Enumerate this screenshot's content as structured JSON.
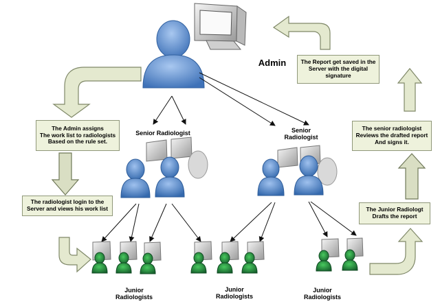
{
  "labels": {
    "admin": "Admin",
    "senior_left": "Senior Radiologist",
    "senior_right": "Senior\nRadiologist",
    "junior_1": "Junior\nRadiologists",
    "junior_2": "Junior\nRadiologists",
    "junior_3": "Junior\nRadiologists"
  },
  "boxes": {
    "admin_assigns": "The Admin assigns\nThe work list to radiologists\nBased on the rule set.",
    "radiologist_login": "The radiologist login to the\nServer and views his work list",
    "junior_drafts": "The Junior Radiologt\nDrafts the report",
    "senior_reviews": "The senior radiologist\nReviews the drafted report\nAnd signs it.",
    "report_saved": "The Report get saved in the\nServer with the digital\nsignature"
  },
  "colors": {
    "admin_person": "#5b8fd0",
    "senior_person": "#4f86c9",
    "junior_person": "#2f8f4f",
    "arrow_fill": "#e4e9cf",
    "arrow_stroke": "#7f8868",
    "box_fill": "#eef2dc",
    "monitor": "#d8d8d8"
  }
}
